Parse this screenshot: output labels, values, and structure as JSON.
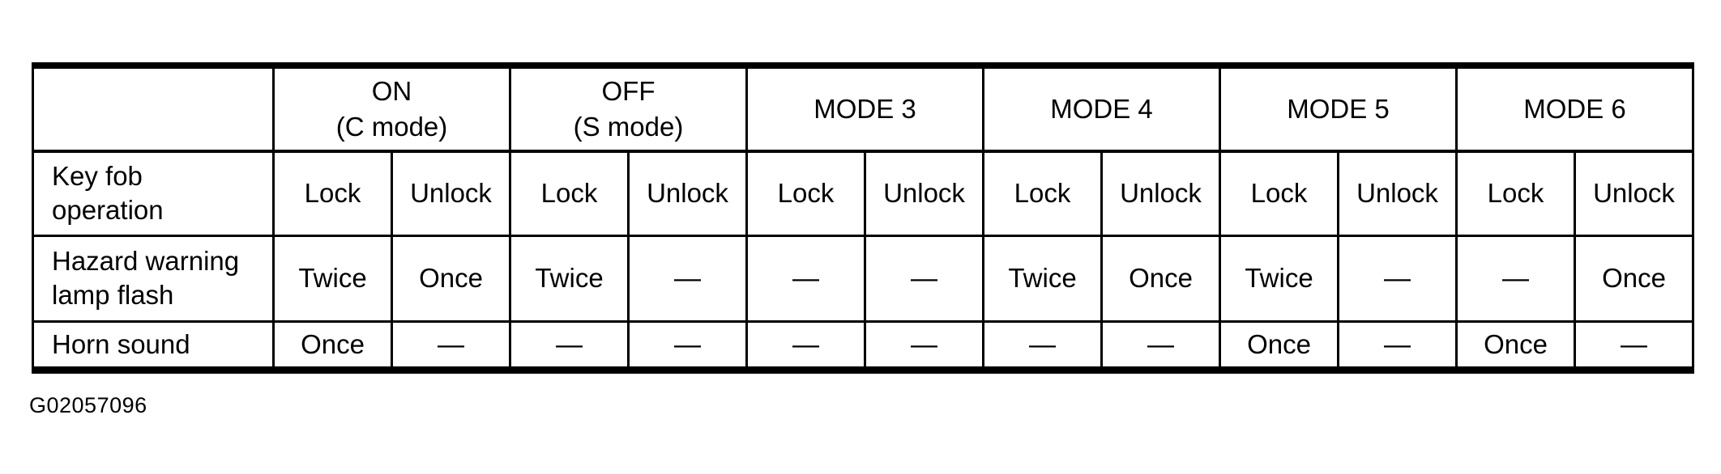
{
  "figure_id": "G02057096",
  "colors": {
    "background": "#ffffff",
    "line": "#000000",
    "text": "#000000"
  },
  "table": {
    "corner_label": "",
    "modes": [
      {
        "line1": "ON",
        "line2": "(C mode)"
      },
      {
        "line1": "OFF",
        "line2": "(S mode)"
      },
      {
        "line1": "MODE 3",
        "line2": ""
      },
      {
        "line1": "MODE 4",
        "line2": ""
      },
      {
        "line1": "MODE 5",
        "line2": ""
      },
      {
        "line1": "MODE 6",
        "line2": ""
      }
    ],
    "rows": [
      {
        "label": "Key fob operation",
        "cells": [
          "Lock",
          "Unlock",
          "Lock",
          "Unlock",
          "Lock",
          "Unlock",
          "Lock",
          "Unlock",
          "Lock",
          "Unlock",
          "Lock",
          "Unlock"
        ]
      },
      {
        "label": "Hazard warning lamp flash",
        "cells": [
          "Twice",
          "Once",
          "Twice",
          "—",
          "—",
          "—",
          "Twice",
          "Once",
          "Twice",
          "—",
          "—",
          "Once"
        ]
      },
      {
        "label": "Horn sound",
        "cells": [
          "Once",
          "—",
          "—",
          "—",
          "—",
          "—",
          "—",
          "—",
          "Once",
          "—",
          "Once",
          "—"
        ]
      }
    ]
  }
}
